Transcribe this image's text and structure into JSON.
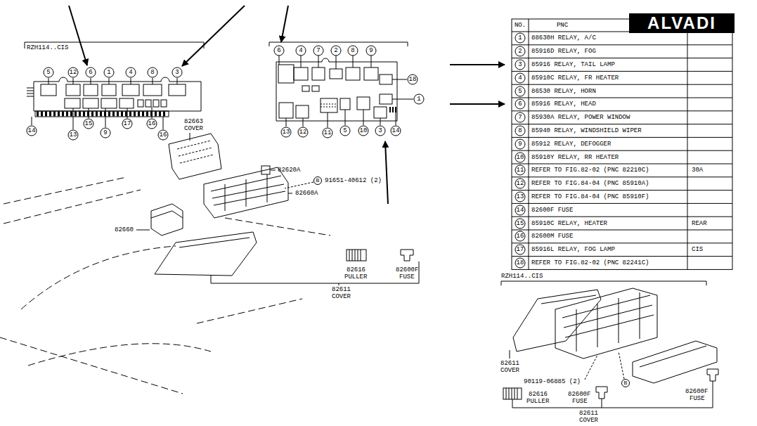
{
  "diagram": {
    "labels": [
      "RZH114..CIS",
      "5",
      "12",
      "6",
      "1",
      "4",
      "8",
      "3",
      "14",
      "15",
      "17",
      "16",
      "13",
      "9",
      "16",
      "6",
      "4",
      "7",
      "2",
      "8",
      "9",
      "18",
      "1",
      "13",
      "12",
      "11",
      "5",
      "10",
      "3",
      "14",
      "NO.",
      "PNC",
      "ALVADI",
      "1",
      "88630H RELAY, A/C",
      "2",
      "85916D RELAY, FOG",
      "3",
      "85916 RELAY, TAIL LAMP",
      "4",
      "85910C RELAY, FR HEATER",
      "5",
      "86530 RELAY, HORN",
      "6",
      "85916 RELAY, HEAD",
      "7",
      "85930A RELAY, POWER WINDOW",
      "8",
      "85940 RELAY, WINDSHIELD WIPER",
      "9",
      "85912 RELAY, DEFOGGER",
      "10",
      "85910Y RELAY, RR HEATER",
      "11",
      "REFER TO FIG.82-02 (PNC 82210C)",
      "30A",
      "12",
      "REFER TO FIG.84-04 (PNC 85910A)",
      "13",
      "REFER TO FIG.84-04 (PNC 85910F)",
      "14",
      "82600F FUSE",
      "15",
      "85910C RELAY, HEATER",
      "REAR",
      "16",
      "82600M FUSE",
      "17",
      "85916L RELAY, FOG LAMP",
      "CIS",
      "18",
      "REFER TO FIG.82-02 (PNC 82241C)",
      "82663",
      "COVER",
      "82620A",
      "B",
      "91651-40612 (2)",
      "82660A",
      "82660",
      "82616",
      "PULLER",
      "82600F",
      "FUSE",
      "82611",
      "COVER",
      "RZH114..CIS",
      "82611",
      "COVER",
      "90119-06885 (2)",
      "B",
      "82616",
      "PULLER",
      "82600F",
      "FUSE",
      "82600F",
      "FUSE",
      "82611",
      "COVER"
    ]
  }
}
